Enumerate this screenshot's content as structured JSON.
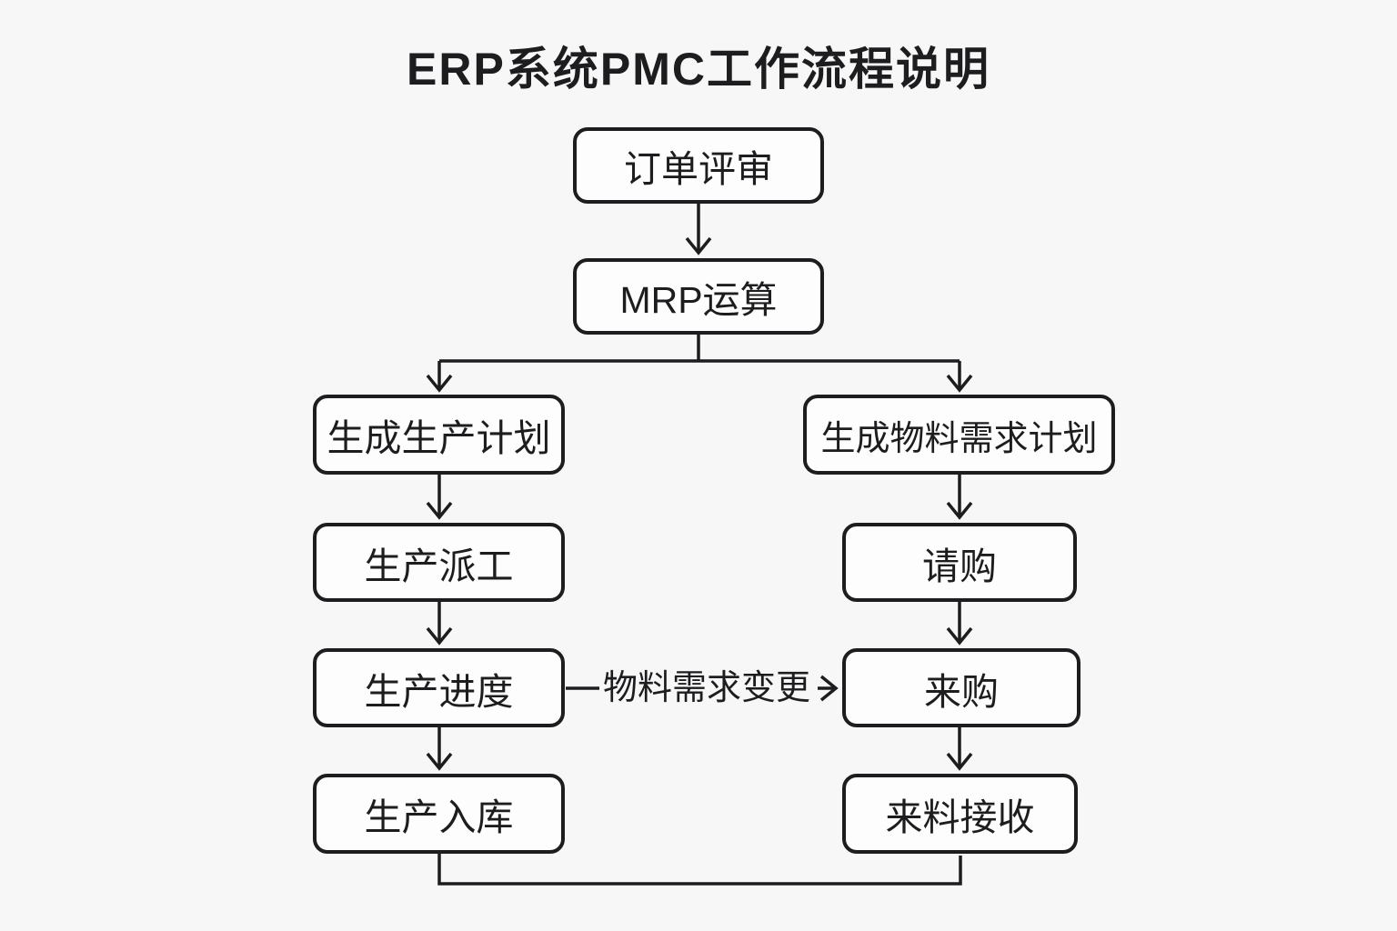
{
  "title": "ERP系统PMC工作流程说明",
  "colors": {
    "background": "#f7f7f8",
    "node_fill": "#fdfdfd",
    "line": "#1d1d1f",
    "text": "#1d1d1f"
  },
  "nodes": {
    "order_review": "订单评审",
    "mrp": "MRP运算",
    "production_plan": "生成生产计划",
    "production_dispatch": "生产派工",
    "production_progress": "生产进度",
    "production_inbound": "生产入库",
    "material_plan": "生成物料需求计划",
    "purchase_request": "请购",
    "purchase": "来购",
    "material_receipt": "来料接收"
  },
  "edge_labels": {
    "material_change": "物料需求变更"
  }
}
